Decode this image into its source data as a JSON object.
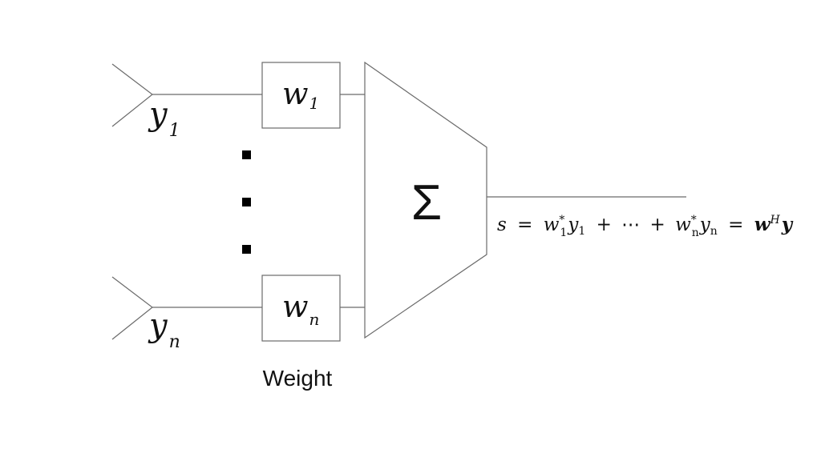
{
  "diagram": {
    "inputs": [
      {
        "symbol": "y",
        "subscript": "1"
      },
      {
        "symbol": "y",
        "subscript": "n"
      }
    ],
    "weights": [
      {
        "symbol": "w",
        "subscript": "1"
      },
      {
        "symbol": "w",
        "subscript": "n"
      }
    ],
    "summer_symbol": "Σ",
    "weight_caption": "Weight",
    "output_equation": {
      "lhs": "s",
      "eq1": "=",
      "t1_w": "w",
      "t1_sub": "1",
      "t1_sup": "*",
      "t1_y": "y",
      "t1_ysub": "1",
      "plus1": "+",
      "dots": "⋯",
      "plus2": "+",
      "t2_w": "w",
      "t2_sub": "n",
      "t2_sup": "*",
      "t2_y": "y",
      "t2_ysub": "n",
      "eq2": "=",
      "vec_w": "w",
      "vec_sup": "H",
      "vec_y": "y"
    }
  }
}
